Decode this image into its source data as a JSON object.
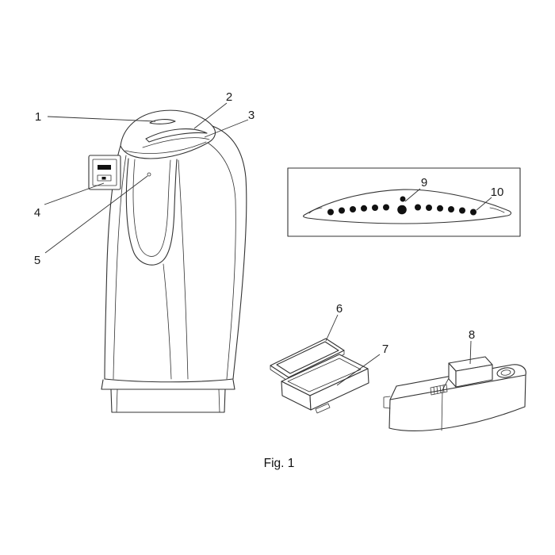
{
  "figure_caption": "Fig. 1",
  "callouts": {
    "c1": "1",
    "c2": "2",
    "c3": "3",
    "c4": "4",
    "c5": "5",
    "c6": "6",
    "c7": "7",
    "c8": "8",
    "c9": "9",
    "c10": "10"
  },
  "colors": {
    "ink": "#333333",
    "fill_dark": "#111111",
    "background": "#ffffff"
  }
}
